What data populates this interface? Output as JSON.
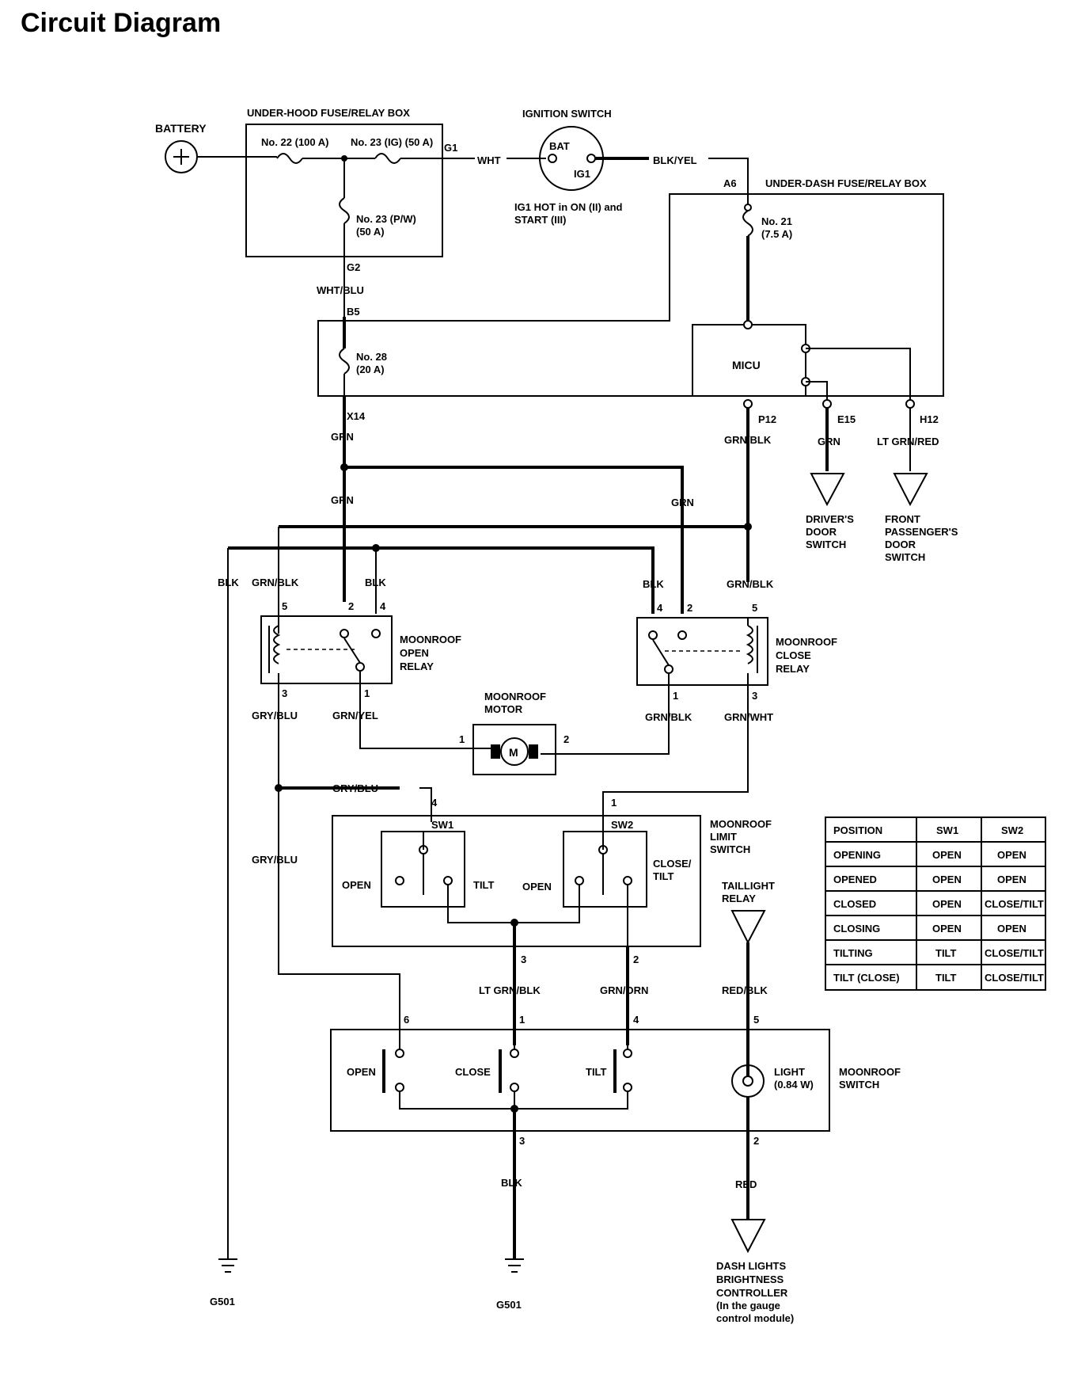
{
  "title": "Circuit Diagram",
  "labels": {
    "battery": "BATTERY",
    "underhood_box": "UNDER-HOOD FUSE/RELAY BOX",
    "fuse22": "No. 22 (100 A)",
    "fuse23ig": "No. 23 (IG) (50 A)",
    "fuse23pw_a": "No. 23 (P/W)",
    "fuse23pw_b": "(50 A)",
    "g1": "G1",
    "g2": "G2",
    "wht": "WHT",
    "ignition": "IGNITION SWITCH",
    "bat": "BAT",
    "ig1": "IG1",
    "ig1_note_a": "IG1 HOT in ON (II) and",
    "ig1_note_b": "START (III)",
    "blk_yel": "BLK/YEL",
    "a6": "A6",
    "underdash_box": "UNDER-DASH FUSE/RELAY BOX",
    "fuse21_a": "No. 21",
    "fuse21_b": "(7.5 A)",
    "wht_blu": "WHT/BLU",
    "b5": "B5",
    "fuse28_a": "No. 28",
    "fuse28_b": "(20 A)",
    "micu": "MICU",
    "x14": "X14",
    "p12": "P12",
    "e15": "E15",
    "h12": "H12",
    "grn_x14": "GRN",
    "grn_blk_p12": "GRN/BLK",
    "grn_e15": "GRN",
    "lt_grn_red": "LT GRN/RED",
    "driver_door": [
      "DRIVER'S",
      "DOOR",
      "SWITCH"
    ],
    "front_pass_door": [
      "FRONT",
      "PASSENGER'S",
      "DOOR",
      "SWITCH"
    ],
    "grn_left": "GRN",
    "grn_right": "GRN",
    "blk_left": "BLK",
    "grn_blk_open": "GRN/BLK",
    "blk_open": "BLK",
    "blk_close": "BLK",
    "grn_blk_close": "GRN/BLK",
    "open_relay": [
      "MOONROOF",
      "OPEN",
      "RELAY"
    ],
    "close_relay": [
      "MOONROOF",
      "CLOSE",
      "RELAY"
    ],
    "open_pins": {
      "p5": "5",
      "p2": "2",
      "p4": "4",
      "p3": "3",
      "p1": "1"
    },
    "close_pins": {
      "p4": "4",
      "p2": "2",
      "p5": "5",
      "p1": "1",
      "p3": "3"
    },
    "motor_title": [
      "MOONROOF",
      "MOTOR"
    ],
    "motor_m": "M",
    "motor_p1": "1",
    "motor_p2": "2",
    "gry_blu_open": "GRY/BLU",
    "grn_yel": "GRN/YEL",
    "grn_blk_motor": "GRN/BLK",
    "grn_wht": "GRN/WHT",
    "gry_blu_top": "GRY/BLU",
    "gry_blu_left": "GRY/BLU",
    "limit_p4": "4",
    "limit_p1": "1",
    "sw1": "SW1",
    "sw2": "SW2",
    "limit_switch": [
      "MOONROOF",
      "LIMIT",
      "SWITCH"
    ],
    "sw1_open": "OPEN",
    "sw1_tilt": "TILT",
    "sw2_open": "OPEN",
    "sw2_close_tilt": [
      "CLOSE/",
      "TILT"
    ],
    "limit_p3": "3",
    "limit_p2": "2",
    "lt_grn_blk": "LT GRN/BLK",
    "grn_orn": "GRN/ORN",
    "taillight": [
      "TAILLIGHT",
      "RELAY"
    ],
    "red_blk": "RED/BLK",
    "sw_p6": "6",
    "sw_p1": "1",
    "sw_p4": "4",
    "sw_p5": "5",
    "sw_open": "OPEN",
    "sw_close": "CLOSE",
    "sw_tilt": "TILT",
    "light_a": "LIGHT",
    "light_b": "(0.84 W)",
    "moonroof_switch": [
      "MOONROOF",
      "SWITCH"
    ],
    "sw_p3": "3",
    "sw_p2": "2",
    "blk_bottom": "BLK",
    "red_bottom": "RED",
    "g501_left": "G501",
    "g501_mid": "G501",
    "dash_lights": [
      "DASH LIGHTS",
      "BRIGHTNESS",
      "CONTROLLER",
      "(In the gauge",
      "control module)"
    ]
  },
  "table": {
    "headers": [
      "POSITION",
      "SW1",
      "SW2"
    ],
    "rows": [
      [
        "OPENING",
        "OPEN",
        "OPEN"
      ],
      [
        "OPENED",
        "OPEN",
        "OPEN"
      ],
      [
        "CLOSED",
        "OPEN",
        "CLOSE/TILT"
      ],
      [
        "CLOSING",
        "OPEN",
        "OPEN"
      ],
      [
        "TILTING",
        "TILT",
        "CLOSE/TILT"
      ],
      [
        "TILT (CLOSE)",
        "TILT",
        "CLOSE/TILT"
      ]
    ]
  }
}
